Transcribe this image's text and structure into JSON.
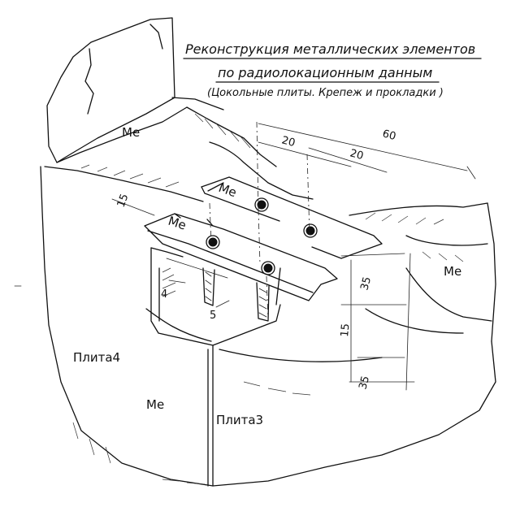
{
  "title": {
    "line1": "Реконструкция металлических элементов",
    "line2": "по радиолокационным данным",
    "line3": "(Цокольные плиты. Крепеж и прокладки )"
  },
  "materials": {
    "me": "Ме"
  },
  "plates": {
    "plate4": "Плита4",
    "plate3": "Плита3"
  },
  "dimensions": {
    "d60": "60",
    "d20a": "20",
    "d20b": "20",
    "d15top": "15",
    "d35a": "35",
    "d15side": "15",
    "d35b": "35"
  },
  "callouts": {
    "c4": "4",
    "c5": "5"
  },
  "colors": {
    "ink": "#111111",
    "paper": "#ffffff"
  }
}
